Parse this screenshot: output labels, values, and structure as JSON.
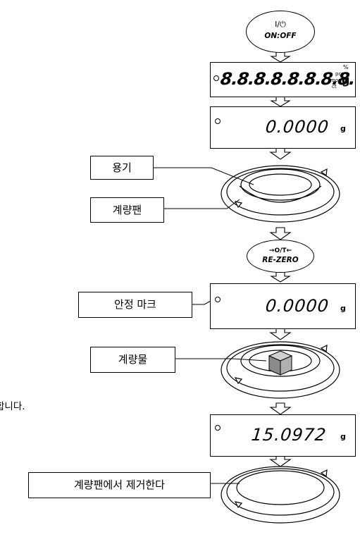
{
  "keys": {
    "on_off": {
      "symbol": "I/⏻",
      "label": "ON:OFF"
    },
    "re_zero": {
      "symbol": "→O/T←",
      "label": "RE-ZERO"
    }
  },
  "displays": {
    "segment_test": {
      "value": "8.8.8.8.8.8.8.8.",
      "unit_top": "%",
      "unit_pcs": "pcs",
      "unit_mom": "mom",
      "unit_ct": "ct",
      "unit_g": "g"
    },
    "initial": {
      "value": "0.0000",
      "unit": "g"
    },
    "stable": {
      "value": "0.0000",
      "unit": "g"
    },
    "weighed": {
      "value": "15.0972",
      "unit": "g"
    }
  },
  "callouts": {
    "container": "용기",
    "weighing_pan_1": "계량팬",
    "stable_mark": "안정 마크",
    "sample": "계량물",
    "remove_from_pan": "계량팬에서 제거한다"
  },
  "side_note": "합니다."
}
